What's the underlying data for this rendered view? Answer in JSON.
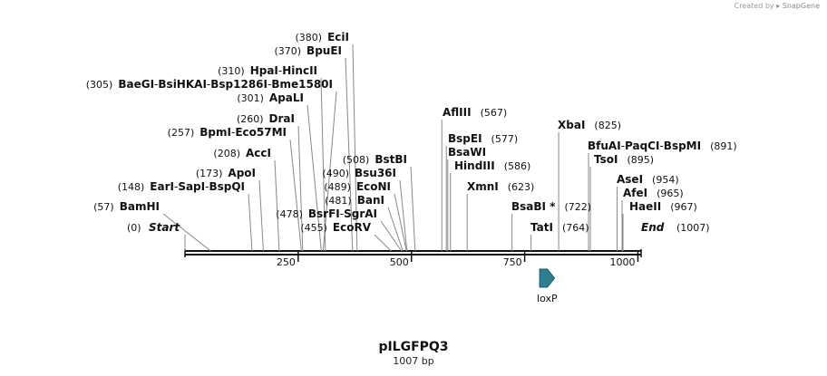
{
  "credit": {
    "prefix": "Created by",
    "brand": "SnapGene"
  },
  "sequence": {
    "name": "pILGFPQ3",
    "length_label": "1007 bp",
    "length_bp": 1007
  },
  "ruler": {
    "ticks": [
      250,
      500,
      750,
      1000
    ]
  },
  "ends": [
    {
      "pos": 0,
      "label": "Start",
      "pos_label": "(0)"
    },
    {
      "pos": 1007,
      "label": "End",
      "pos_label": "(1007)"
    }
  ],
  "sites": [
    {
      "pos": 57,
      "names": [
        "BamHI"
      ],
      "pos_label": "(57)"
    },
    {
      "pos": 148,
      "names": [
        "EarI",
        "SapI",
        "BspQI"
      ],
      "pos_label": "(148)"
    },
    {
      "pos": 173,
      "names": [
        "ApoI"
      ],
      "pos_label": "(173)"
    },
    {
      "pos": 208,
      "names": [
        "AccI"
      ],
      "pos_label": "(208)"
    },
    {
      "pos": 257,
      "names": [
        "BpmI",
        "Eco57MI"
      ],
      "pos_label": "(257)"
    },
    {
      "pos": 260,
      "names": [
        "DraI"
      ],
      "pos_label": "(260)"
    },
    {
      "pos": 301,
      "names": [
        "ApaLI"
      ],
      "pos_label": "(301)"
    },
    {
      "pos": 305,
      "names": [
        "BaeGI",
        "BsiHKAI",
        "Bsp1286I",
        "Bme1580I"
      ],
      "pos_label": "(305)"
    },
    {
      "pos": 310,
      "names": [
        "HpaI",
        "HincII"
      ],
      "pos_label": "(310)"
    },
    {
      "pos": 370,
      "names": [
        "BpuEI"
      ],
      "pos_label": "(370)"
    },
    {
      "pos": 380,
      "names": [
        "EciI"
      ],
      "pos_label": "(380)"
    },
    {
      "pos": 478,
      "names": [
        "BsrFI",
        "SgrAI"
      ],
      "pos_label": "(478)"
    },
    {
      "pos": 455,
      "names": [
        "EcoRV"
      ],
      "pos_label": "(455)"
    },
    {
      "pos": 481,
      "names": [
        "BanI"
      ],
      "pos_label": "(481)"
    },
    {
      "pos": 489,
      "names": [
        "EcoNI"
      ],
      "pos_label": "(489)"
    },
    {
      "pos": 490,
      "names": [
        "Bsu36I"
      ],
      "pos_label": "(490)"
    },
    {
      "pos": 508,
      "names": [
        "BstBI"
      ],
      "pos_label": "(508)"
    },
    {
      "pos": 567,
      "names": [
        "AflIII"
      ],
      "pos_label": "(567)"
    },
    {
      "pos": 577,
      "names": [
        "BspEI"
      ],
      "pos_label": "(577)"
    },
    {
      "pos": 580,
      "names": [
        "BsaWI"
      ],
      "pos_label": ""
    },
    {
      "pos": 586,
      "names": [
        "HindIII"
      ],
      "pos_label": "(586)"
    },
    {
      "pos": 623,
      "names": [
        "XmnI"
      ],
      "pos_label": "(623)"
    },
    {
      "pos": 722,
      "names": [
        "BsaBI *"
      ],
      "pos_label": "(722)"
    },
    {
      "pos": 764,
      "names": [
        "TatI"
      ],
      "pos_label": "(764)"
    },
    {
      "pos": 825,
      "names": [
        "XbaI"
      ],
      "pos_label": "(825)"
    },
    {
      "pos": 891,
      "names": [
        "BfuAI",
        "PaqCI",
        "BspMI"
      ],
      "pos_label": "(891)"
    },
    {
      "pos": 895,
      "names": [
        "TsoI"
      ],
      "pos_label": "(895)"
    },
    {
      "pos": 954,
      "names": [
        "AseI"
      ],
      "pos_label": "(954)"
    },
    {
      "pos": 965,
      "names": [
        "AfeI"
      ],
      "pos_label": "(965)"
    },
    {
      "pos": 967,
      "names": [
        "HaeII"
      ],
      "pos_label": "(967)"
    }
  ],
  "features": [
    {
      "name": "loxP",
      "start": 783,
      "end": 816,
      "direction": "forward",
      "color": "#2e7f91"
    }
  ]
}
